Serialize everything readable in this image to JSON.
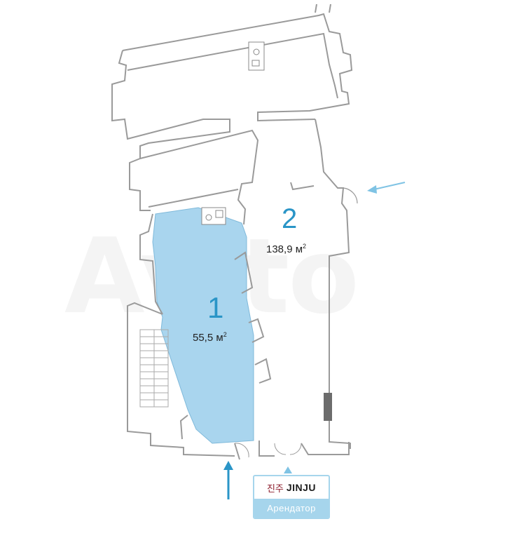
{
  "watermark": "Avito",
  "rooms": [
    {
      "number": "1",
      "area": "55,5 м",
      "area_unit_sup": "2",
      "highlight_color": "#a9d5ee"
    },
    {
      "number": "2",
      "area": "138,9 м",
      "area_unit_sup": "2"
    }
  ],
  "tenant": {
    "logo_text": "진주",
    "name": "JINJU",
    "label": "Арендатор"
  },
  "colors": {
    "walls": "#9a9a9a",
    "accent": "#2a95c7",
    "arrow": "#7fc3e4",
    "arrow_main": "#2a95c7"
  },
  "icons": [
    "entrance-arrow-icon",
    "side-entrance-arrow-icon",
    "toilet-icon",
    "sink-icon",
    "stairs-icon"
  ]
}
